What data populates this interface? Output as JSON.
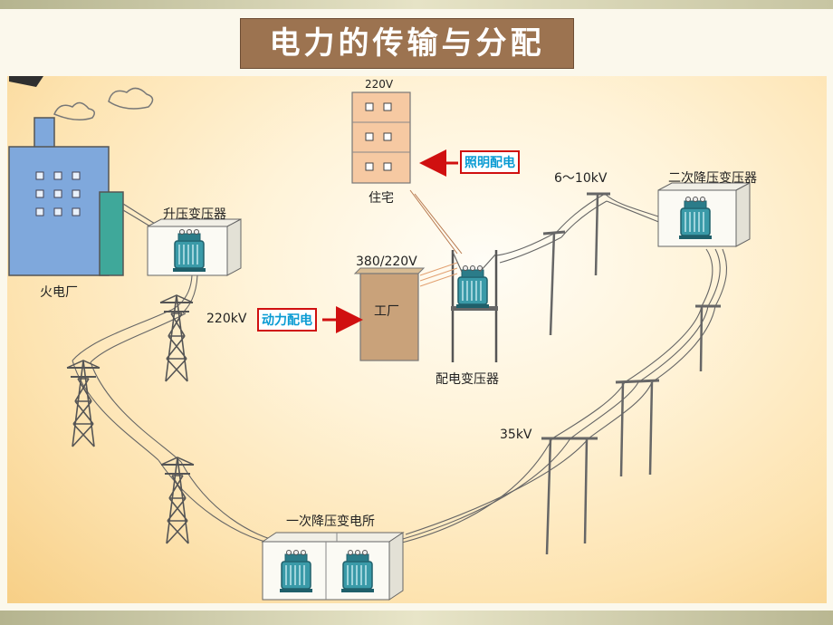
{
  "title": "电力的传输与分配",
  "labels": {
    "power_plant": "火电厂",
    "step_up_transformer": "升压变压器",
    "v220kv": "220kV",
    "v220v": "220V",
    "residence": "住宅",
    "v380_220v": "380/220V",
    "factory": "工厂",
    "distribution_transformer": "配电变压器",
    "v6_10kv": "6～10kV",
    "secondary_step_down": "二次降压变压器",
    "v35kv": "35kV",
    "primary_substation": "一次降压变电所"
  },
  "callouts": {
    "lighting": "照明配电",
    "power": "动力配电"
  },
  "colors": {
    "title_bg": "#9c7350",
    "callout_border": "#d01010",
    "callout_text": "#0a9bd3",
    "building": "#7fa8dc",
    "transformer": "#3a9aa8"
  }
}
